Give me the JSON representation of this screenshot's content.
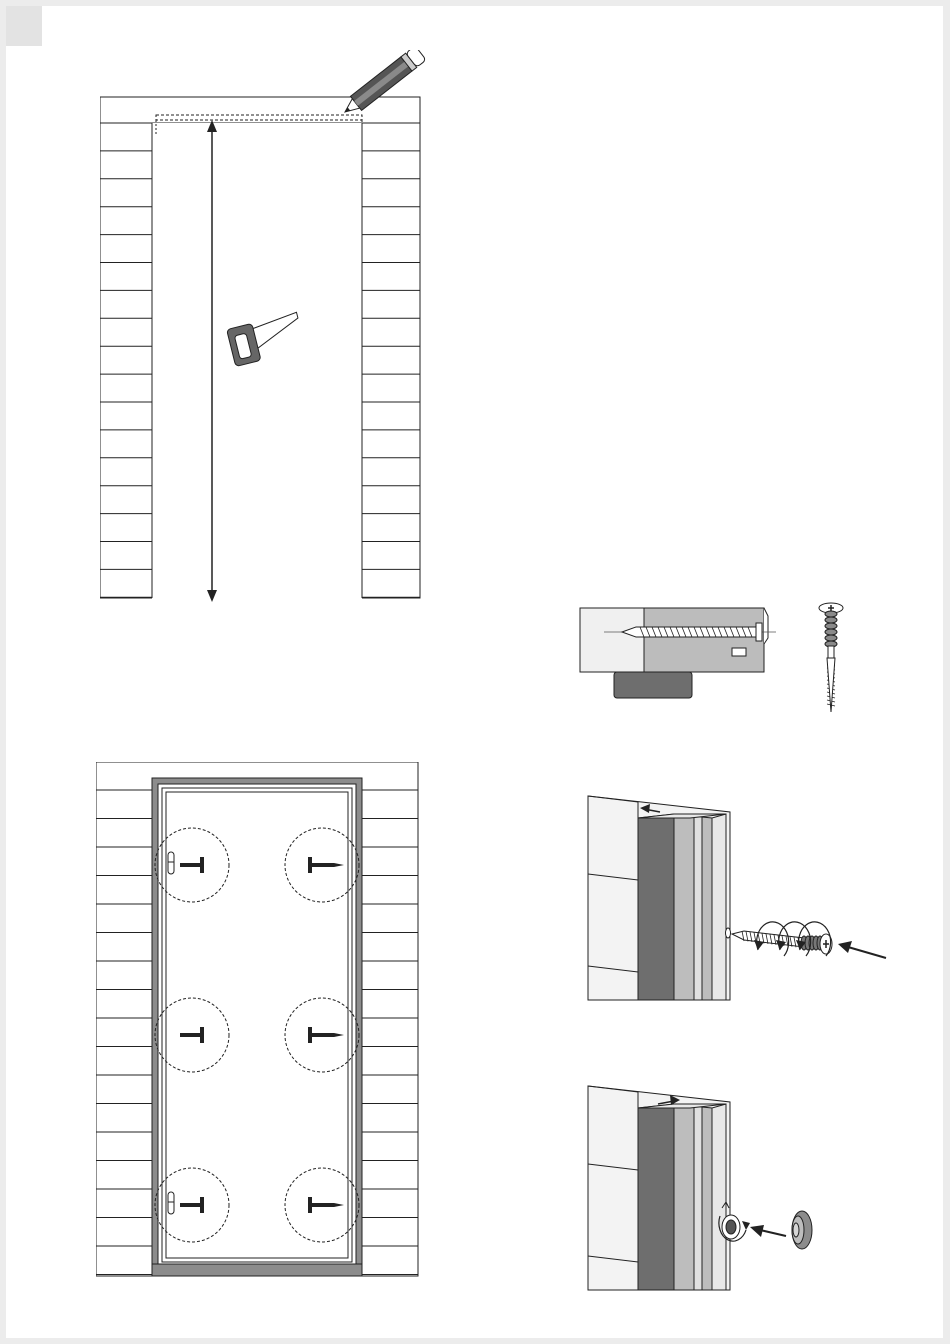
{
  "page": {
    "header_tab": "",
    "illustrations": [
      {
        "id": "fig-measure-opening",
        "icons": [
          "pencil-icon",
          "hand-saw-icon",
          "height-arrow-icon"
        ]
      },
      {
        "id": "fig-frame-screw-positions",
        "icons": [
          "screw-icon",
          "spirit-level-icon"
        ]
      },
      {
        "id": "fig-screw-cross-section",
        "icons": [
          "screw-icon"
        ]
      },
      {
        "id": "fig-insert-adjustment-screw",
        "icons": [
          "screw-icon",
          "rotation-arrow-icon",
          "push-arrow-icon"
        ]
      },
      {
        "id": "fig-fit-cover-cap",
        "icons": [
          "cover-cap-icon",
          "rotation-arrow-icon",
          "push-arrow-icon"
        ]
      }
    ],
    "colors": {
      "line": "#222222",
      "frame": "#8c8c8c",
      "dark_profile": "#6e6e6e",
      "wall": "#f2f2f2",
      "background": "#ececec"
    }
  }
}
